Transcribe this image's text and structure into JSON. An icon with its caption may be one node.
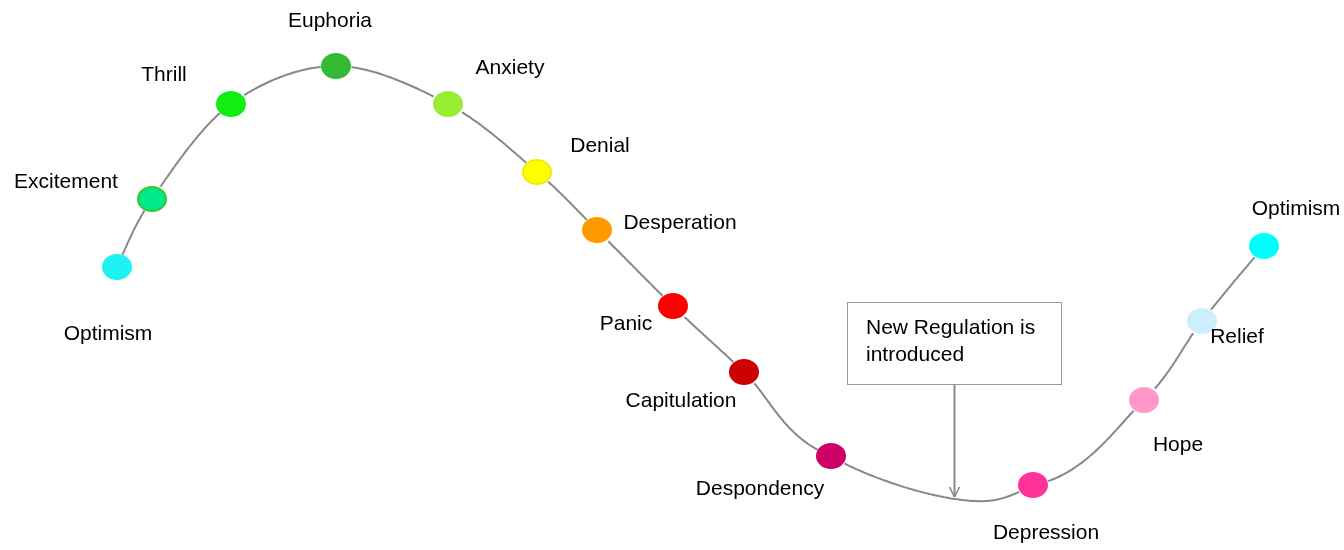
{
  "diagram": {
    "nodes": [
      {
        "text": [],
        "shape": "circle",
        "beside": [
          "Optimism"
        ]
      },
      {
        "text": [],
        "shape": "circle",
        "beside": [
          "Excitement"
        ]
      },
      {
        "text": [],
        "shape": "circle",
        "beside": [
          "Thrill"
        ]
      },
      {
        "text": [],
        "shape": "circle",
        "beside": [
          "Euphoria"
        ]
      },
      {
        "text": [],
        "shape": "circle",
        "beside": [
          "Anxiety"
        ]
      },
      {
        "text": [],
        "shape": "circle",
        "beside": [
          "Denial"
        ]
      },
      {
        "text": [],
        "shape": "circle",
        "beside": [
          "Desperation"
        ]
      },
      {
        "text": [],
        "shape": "circle",
        "beside": [
          "Panic"
        ]
      },
      {
        "text": [],
        "shape": "circle",
        "beside": [
          "Capitulation"
        ]
      },
      {
        "text": [],
        "shape": "circle",
        "beside": [
          "Despondency"
        ]
      },
      {
        "text": [],
        "shape": "circle",
        "beside": [
          "Depression"
        ]
      },
      {
        "text": [],
        "shape": "circle",
        "beside": [
          "Hope"
        ]
      },
      {
        "text": [],
        "shape": "circle",
        "beside": [
          "Relief"
        ]
      },
      {
        "text": [],
        "shape": "circle",
        "beside": [
          "Optimism"
        ]
      },
      {
        "text": [
          "New Regulation is introduced"
        ]
      }
    ],
    "edges": [
      {
        "from": 0,
        "to": 1,
        "arrow": "none"
      },
      {
        "from": 1,
        "to": 2,
        "arrow": "none"
      },
      {
        "from": 2,
        "to": 3,
        "arrow": "none"
      },
      {
        "from": 3,
        "to": 4,
        "arrow": "none"
      },
      {
        "from": 4,
        "to": 5,
        "arrow": "none"
      },
      {
        "from": 5,
        "to": 6,
        "arrow": "none"
      },
      {
        "from": 6,
        "to": 7,
        "arrow": "none"
      },
      {
        "from": 7,
        "to": 8,
        "arrow": "none"
      },
      {
        "from": 8,
        "to": 9,
        "arrow": "none"
      },
      {
        "from": 9,
        "to": 10,
        "arrow": "none"
      },
      {
        "from": 10,
        "to": 11,
        "arrow": "none"
      },
      {
        "from": 11,
        "to": 12,
        "arrow": "none"
      },
      {
        "from": 12,
        "to": 13,
        "arrow": "none"
      },
      {
        "from": 14,
        "to": null,
        "arrow": "to"
      }
    ]
  }
}
